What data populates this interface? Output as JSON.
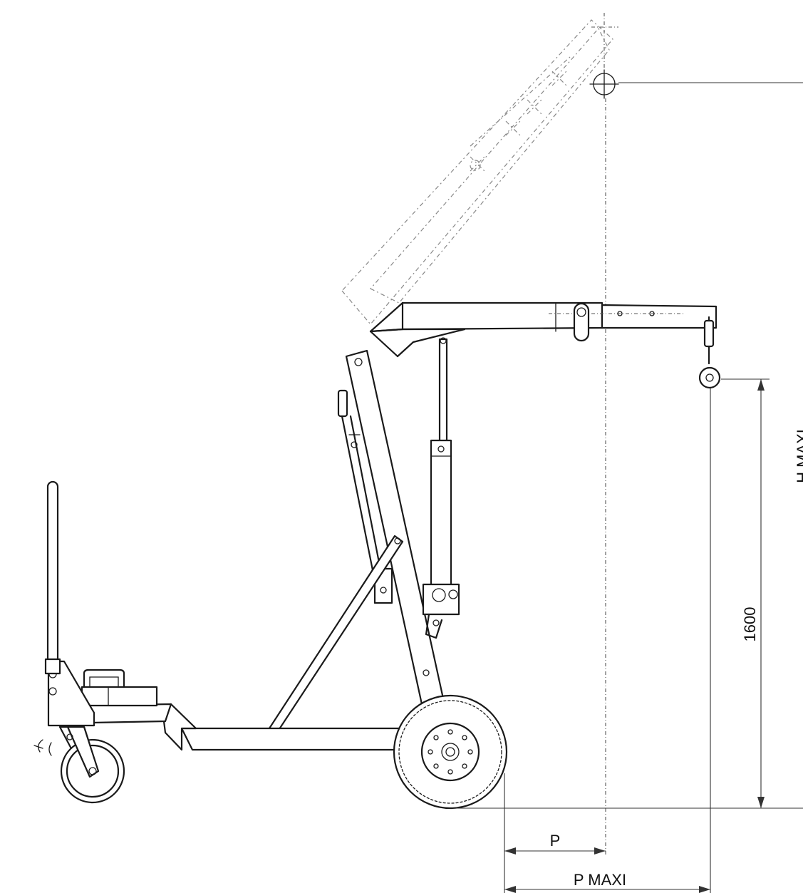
{
  "dimensions": {
    "height_value": "1600",
    "height_max_label": "H MAXI",
    "reach_label": "P",
    "reach_max_label": "P MAXI"
  }
}
